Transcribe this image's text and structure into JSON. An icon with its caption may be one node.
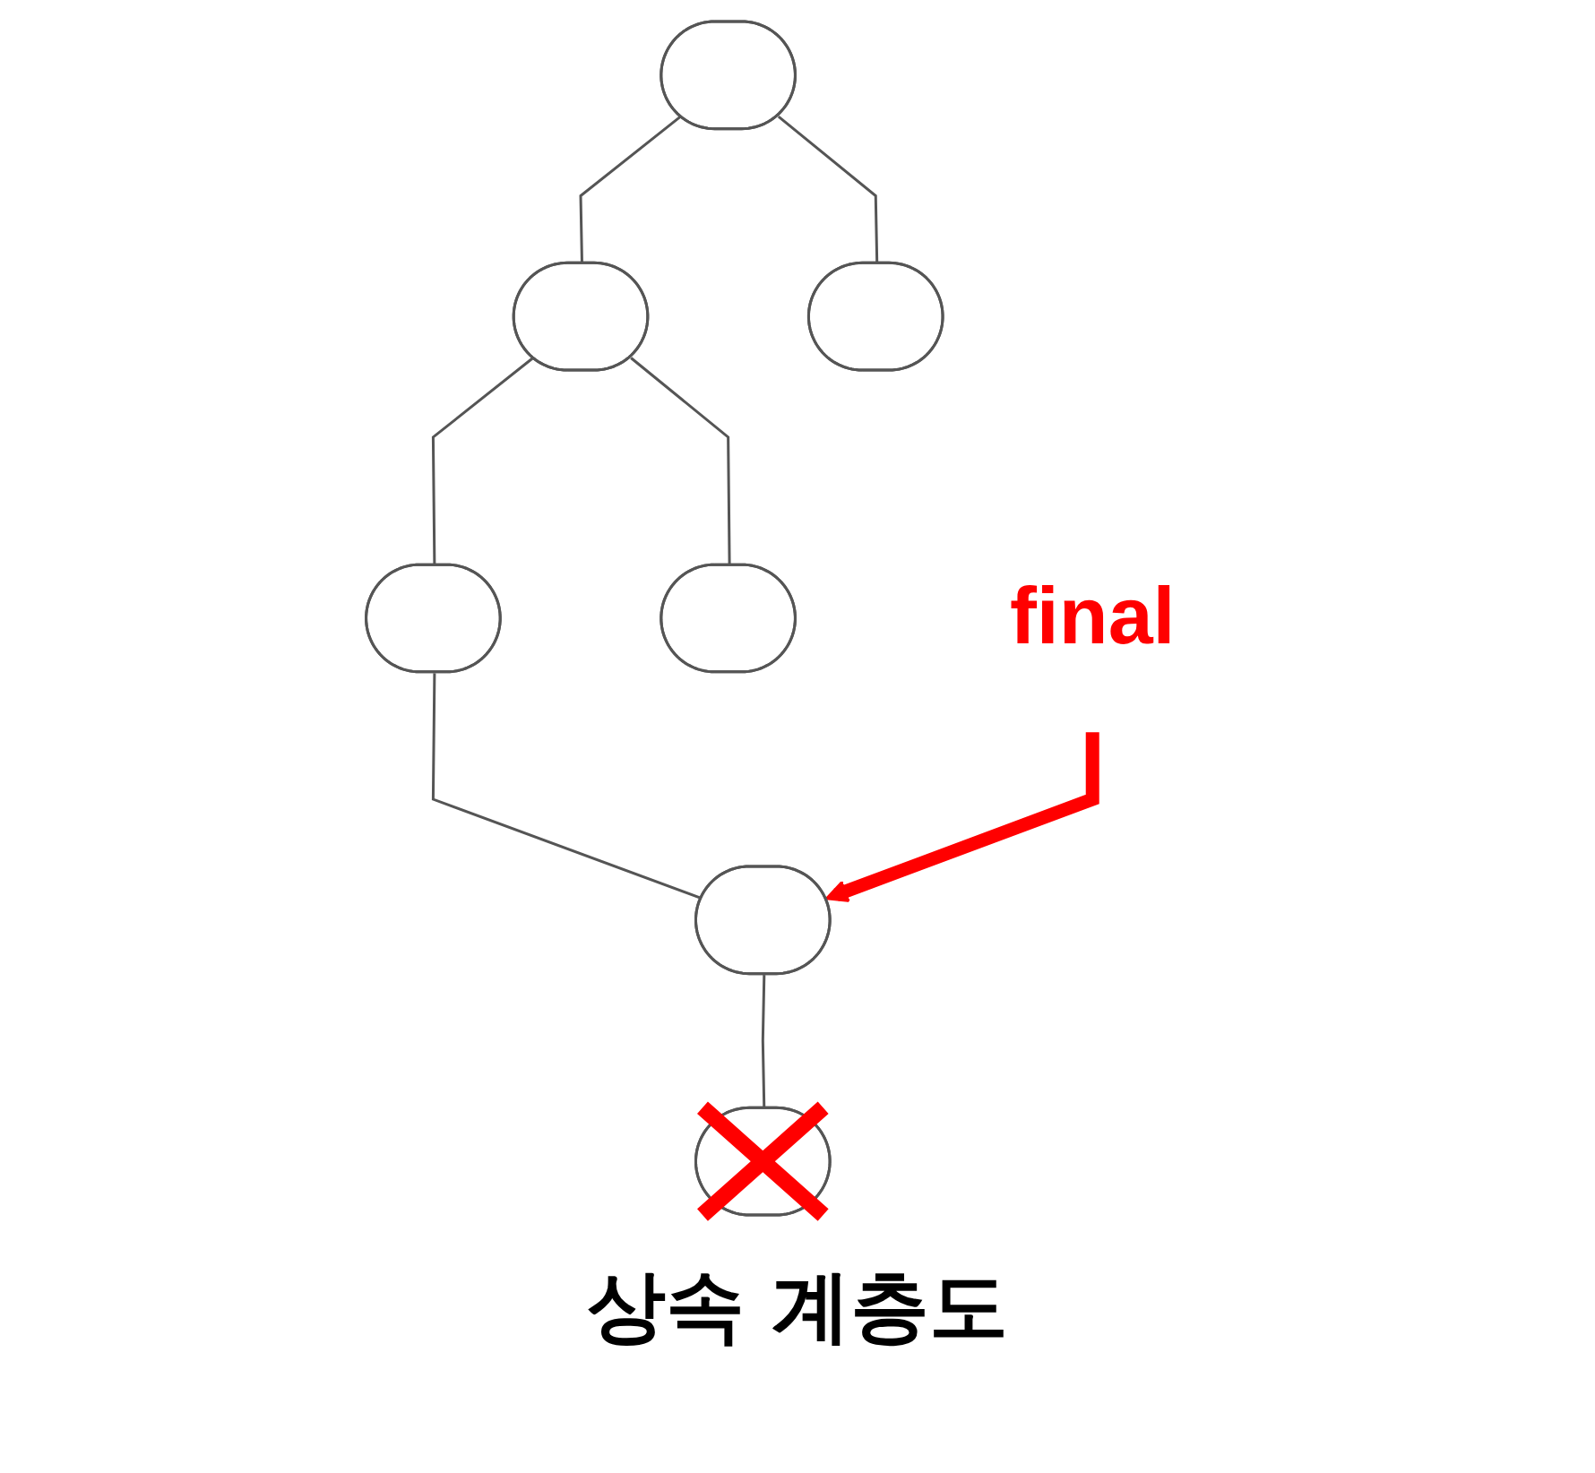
{
  "diagram": {
    "caption": "상속 계층도",
    "nodes": [
      {
        "text": [],
        "shape": "ellipse"
      },
      {
        "text": [],
        "shape": "ellipse"
      },
      {
        "text": [],
        "shape": "ellipse"
      },
      {
        "text": [],
        "shape": "ellipse"
      },
      {
        "text": [],
        "shape": "ellipse"
      },
      {
        "text": [],
        "shape": "ellipse"
      },
      {
        "text": [],
        "shape": "ellipse"
      },
      {
        "text": [
          "final"
        ]
      }
    ],
    "edges": [
      {
        "from": 0,
        "to": 1,
        "arrow": "none"
      },
      {
        "from": 0,
        "to": 2,
        "arrow": "none"
      },
      {
        "from": 1,
        "to": 3,
        "arrow": "none"
      },
      {
        "from": 1,
        "to": 4,
        "arrow": "none"
      },
      {
        "from": 3,
        "to": 5,
        "arrow": "none"
      },
      {
        "from": 5,
        "to": 6,
        "arrow": "none"
      },
      {
        "from": 7,
        "to": 5,
        "arrow": "to",
        "style": "thick",
        "color": "#ff0000"
      }
    ]
  }
}
